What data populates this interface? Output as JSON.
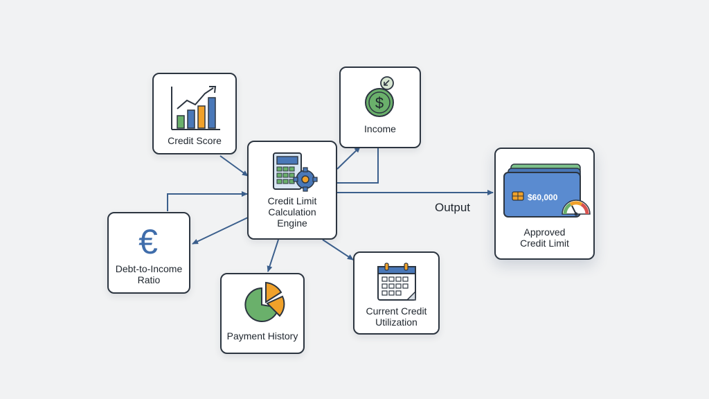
{
  "nodes": {
    "credit_score": "Credit Score",
    "income": "Income",
    "engine": [
      "Credit Limit",
      "Calculation",
      "Engine"
    ],
    "dti": [
      "Debt-to-Income",
      "Ratio"
    ],
    "payment_history": "Payment History",
    "utilization": [
      "Current Credit",
      "Utilization"
    ],
    "approved": [
      "Approved",
      "Credit Limit"
    ]
  },
  "output_label": "Output",
  "card_amount": "$60,000",
  "icons": {
    "credit_score": "bar-chart-up-icon",
    "income": "dollar-coin-icon",
    "engine": "calculator-gear-icon",
    "dti": "euro-icon",
    "payment_history": "pie-chart-icon",
    "utilization": "calendar-icon",
    "approved": "credit-card-gauge-icon"
  },
  "colors": {
    "blue": "#4a78b8",
    "green": "#6ab06b",
    "orange": "#f0a12a",
    "arrow": "#3b5f8c",
    "border": "#2c3540"
  }
}
